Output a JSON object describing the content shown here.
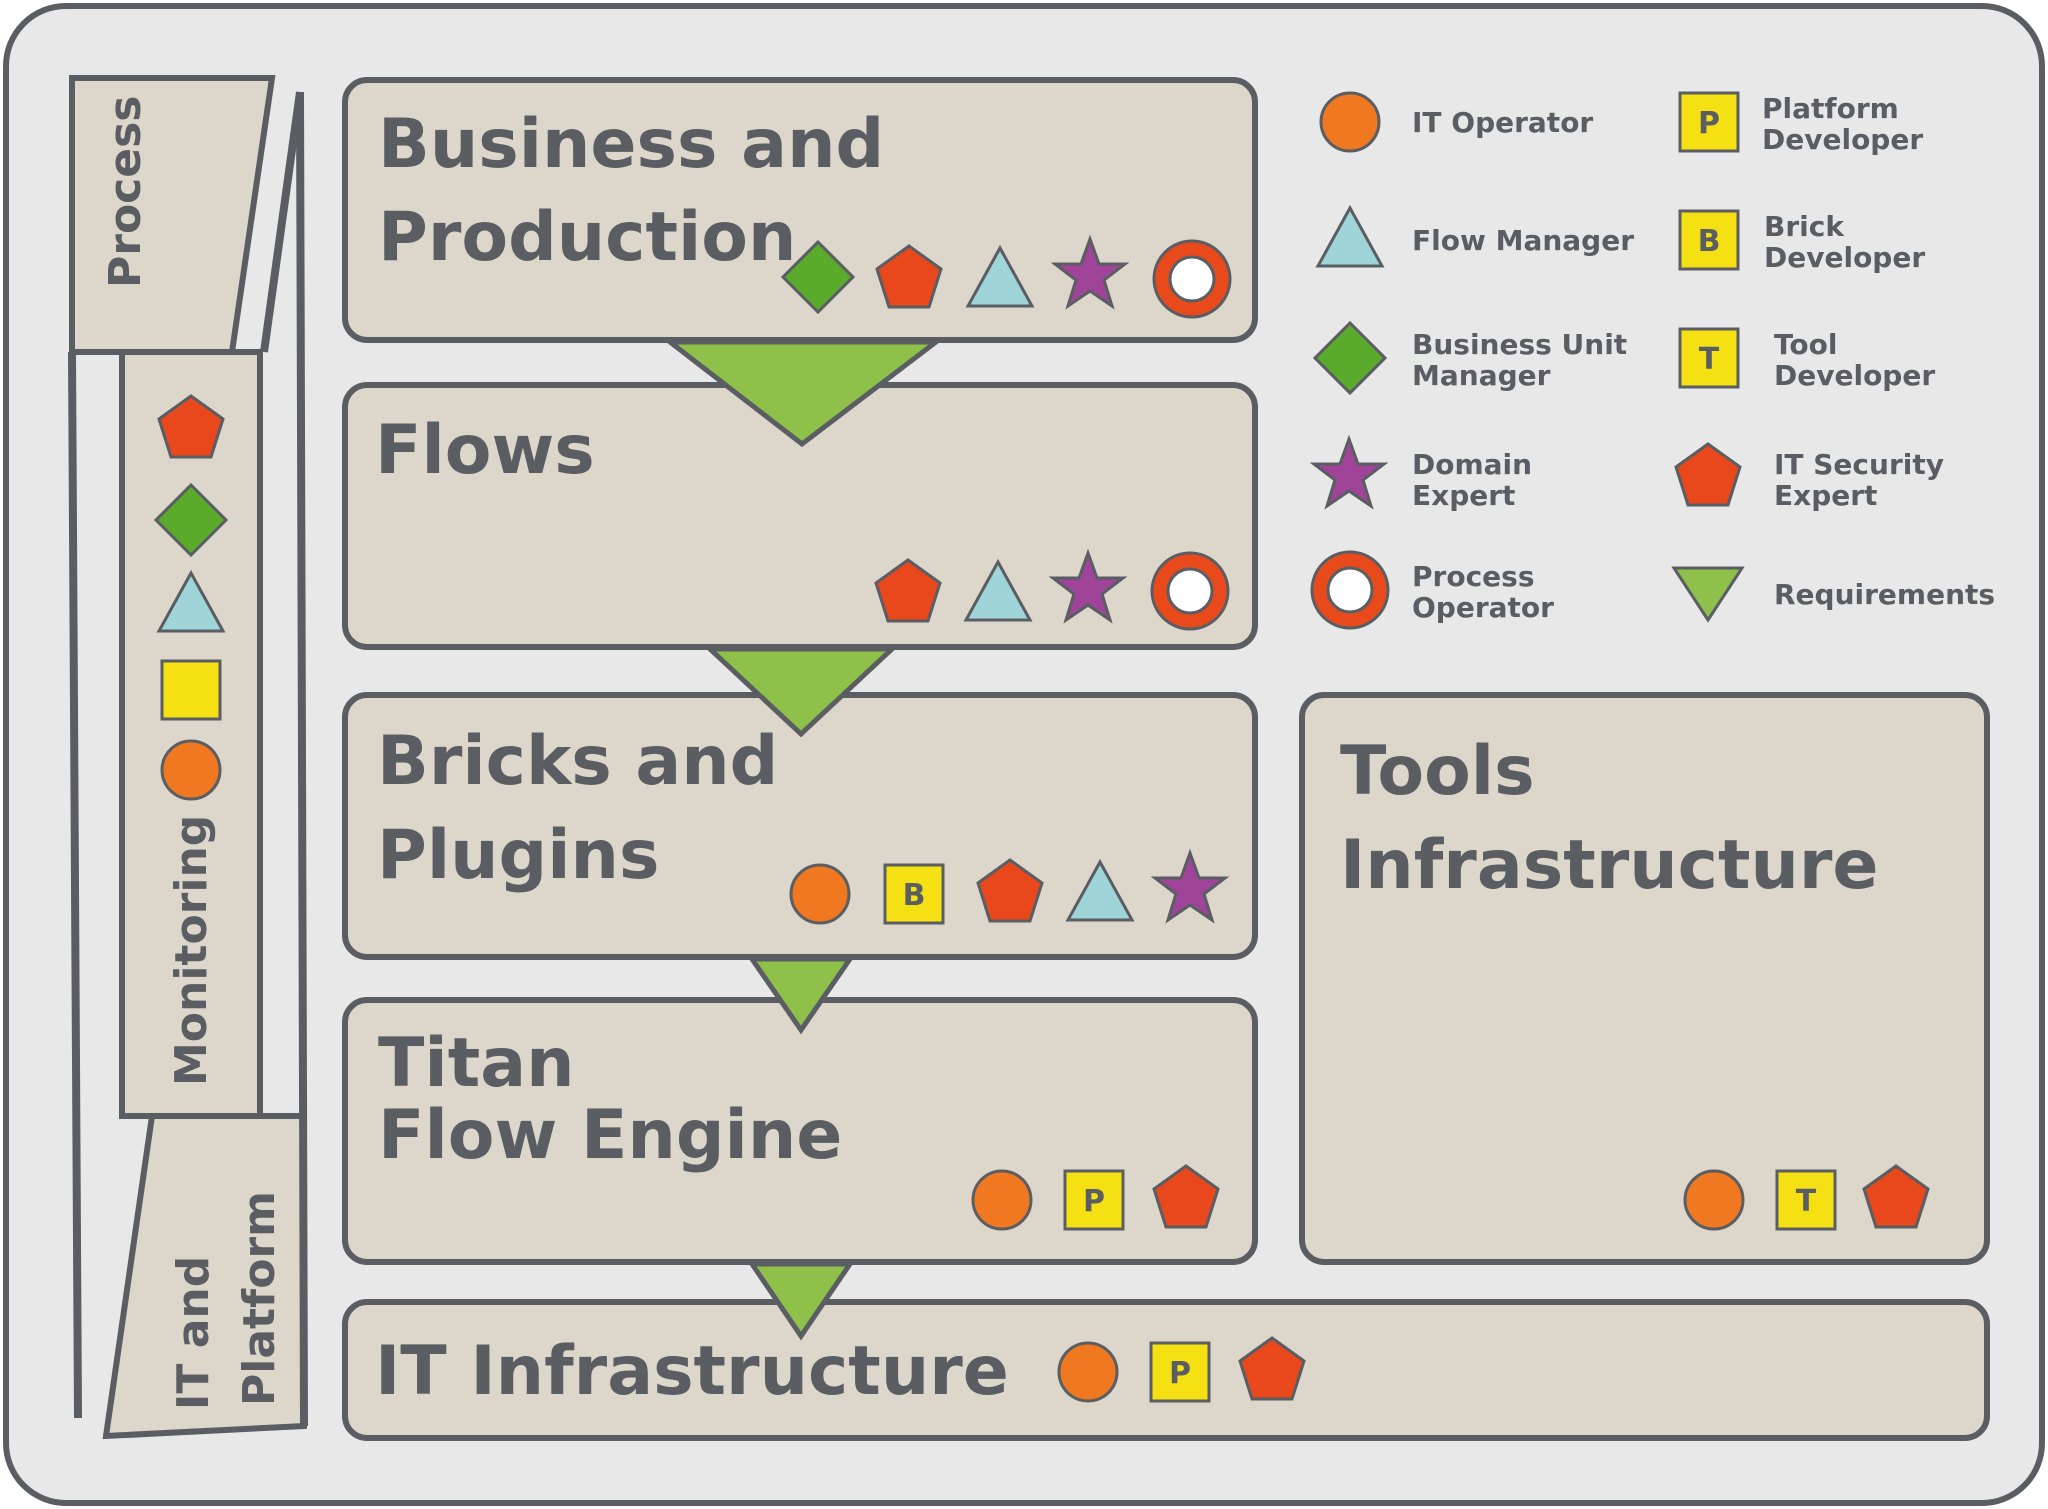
{
  "colors": {
    "background": "#e8e8e8",
    "box_fill": "#ddd6cb",
    "outline": "#5a5e63",
    "it_operator": "#f07820",
    "flow_manager": "#9fd4d8",
    "business_unit_manager": "#5aaa2c",
    "domain_expert": "#a0449a",
    "process_operator": "#e84a1c",
    "platform_developer": "#f5e013",
    "it_security_expert": "#e8481c",
    "requirements": "#8ec04a"
  },
  "layers": {
    "business": {
      "line1": "Business and",
      "line2": "Production"
    },
    "flows": {
      "line1": "Flows"
    },
    "bricks": {
      "line1": "Bricks and",
      "line2": "Plugins"
    },
    "titan": {
      "line1": "Titan",
      "line2": "Flow Engine"
    },
    "it_infra": {
      "line1": "IT Infrastructure"
    },
    "tools": {
      "line1": "Tools",
      "line2": "Infrastructure"
    }
  },
  "side_labels": {
    "process": "Process",
    "monitoring": "Monitoring",
    "it_platform_line1": "IT and",
    "it_platform_line2": "Platform"
  },
  "legend": {
    "it_operator": "IT Operator",
    "flow_manager": "Flow Manager",
    "business_unit_manager_1": "Business Unit",
    "business_unit_manager_2": "Manager",
    "domain_expert_1": "Domain",
    "domain_expert_2": "Expert",
    "process_operator_1": "Process",
    "process_operator_2": "Operator",
    "platform_developer_1": "Platform",
    "platform_developer_2": "Developer",
    "brick_developer_1": "Brick",
    "brick_developer_2": "Developer",
    "tool_developer_1": "Tool",
    "tool_developer_2": "Developer",
    "it_security_expert_1": "IT Security",
    "it_security_expert_2": "Expert",
    "requirements": "Requirements"
  },
  "badges": {
    "platform": "P",
    "brick": "B",
    "tool": "T"
  },
  "icons": [
    "circle-icon",
    "triangle-icon",
    "diamond-icon",
    "star-icon",
    "ring-icon",
    "pentagon-icon",
    "square-badge-icon",
    "down-triangle-icon"
  ]
}
